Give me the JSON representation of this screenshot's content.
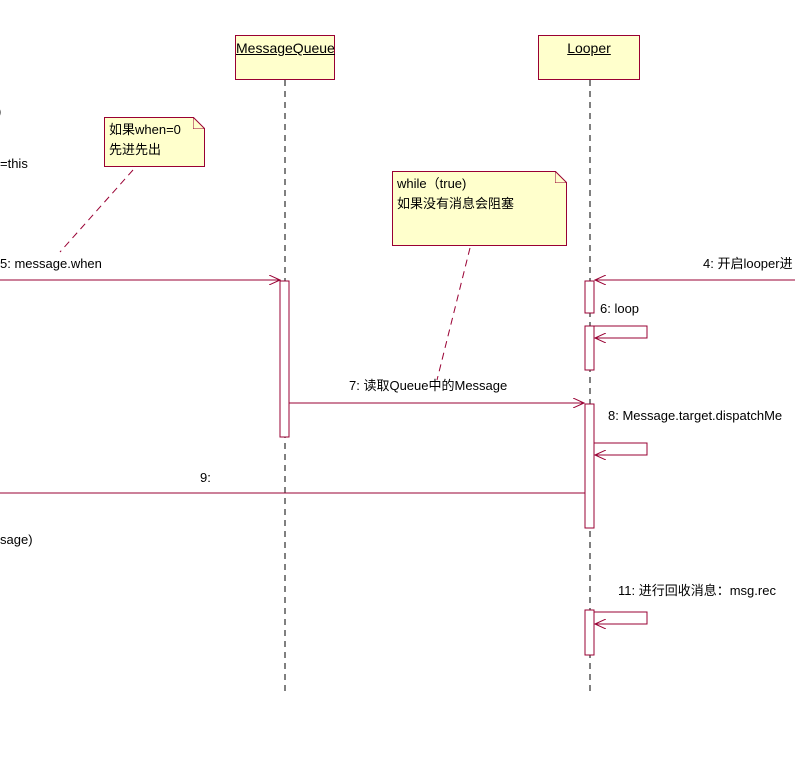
{
  "lifelines": {
    "message_queue": "MessageQueue",
    "looper": "Looper"
  },
  "notes": {
    "when_note": {
      "line1": "如果when=0",
      "line2": "先进先出"
    },
    "while_note": {
      "line1": "while（true)",
      "line2": "如果没有消息会阻塞"
    }
  },
  "left_fragments": {
    "paren": ")",
    "this": "=this",
    "message": "sage)"
  },
  "messages": {
    "m4": "4: 开启looper进",
    "m5": "5: message.when",
    "m6": "6: loop",
    "m7": "7: 读取Queue中的Message",
    "m8": "8: Message.target.dispatchMe",
    "m9": "9:",
    "m11": "11: 进行回收消息：msg.rec"
  },
  "colors": {
    "line": "#990033",
    "box_fill": "#ffffcc"
  }
}
